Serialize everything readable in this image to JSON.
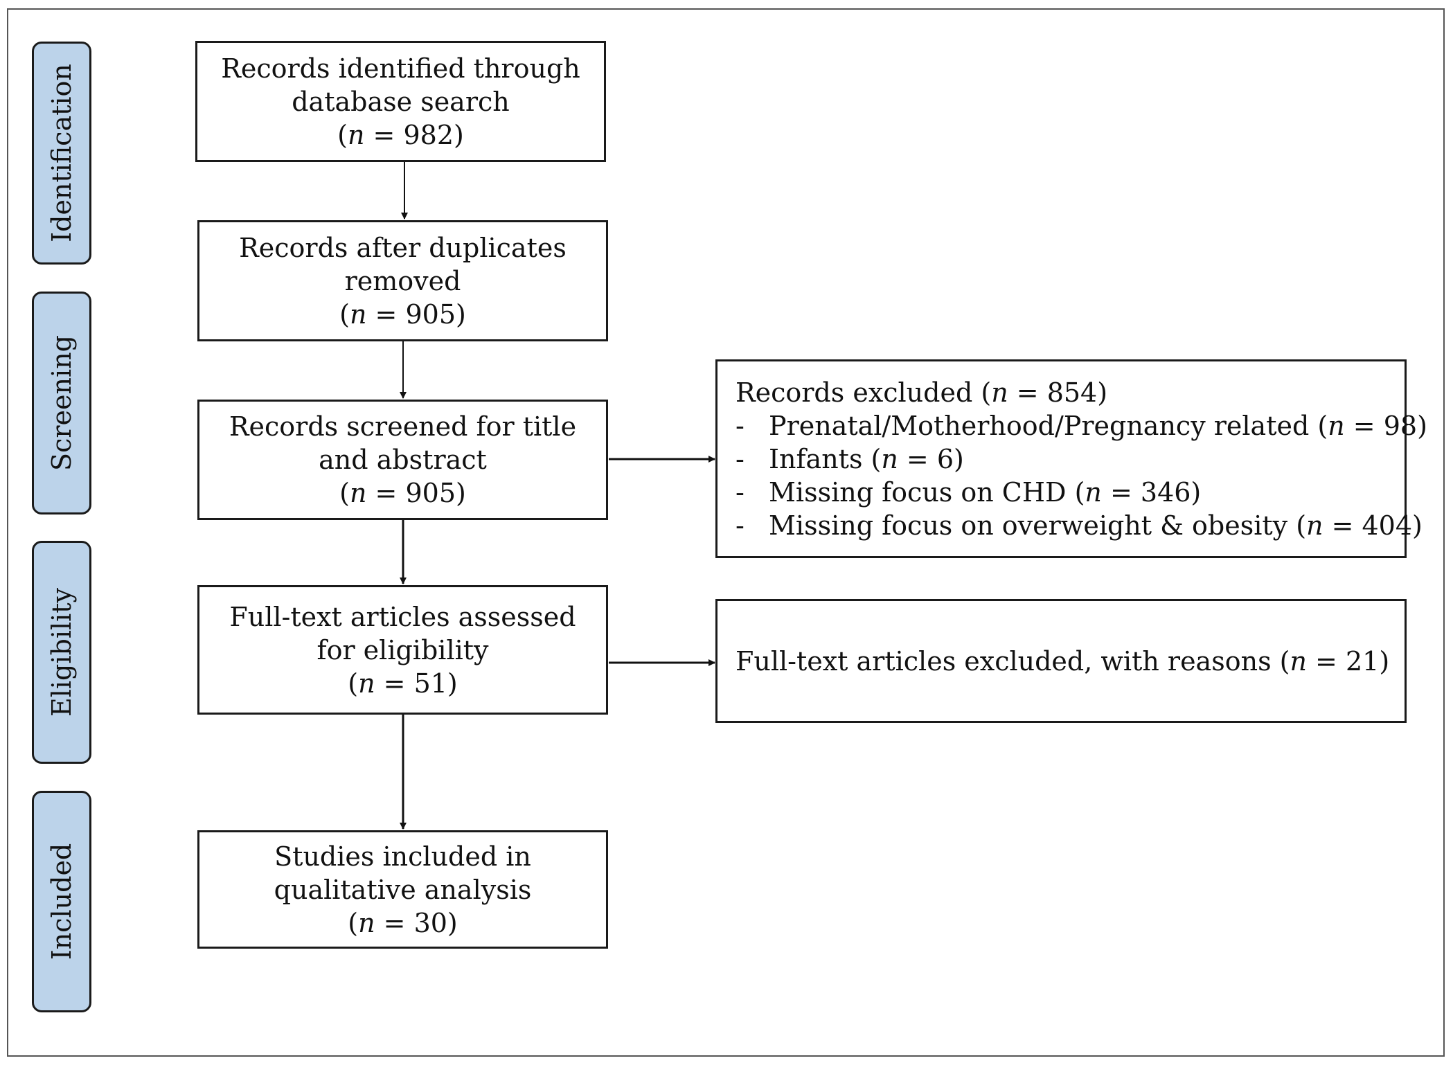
{
  "stages": [
    {
      "label": "Identification"
    },
    {
      "label": "Screening"
    },
    {
      "label": "Eligibility"
    },
    {
      "label": "Included"
    }
  ],
  "boxes": {
    "identified": {
      "text": "Records identified  through database search",
      "n_label": "n",
      "n_value": "982"
    },
    "after_duplicates": {
      "text": "Records after duplicates removed",
      "n_label": "n",
      "n_value": "905"
    },
    "screened": {
      "text": "Records screened for title and abstract",
      "n_label": "n",
      "n_value": "905"
    },
    "full_text": {
      "text": "Full-text articles assessed for eligibility",
      "n_label": "n",
      "n_value": "51"
    },
    "included": {
      "text": "Studies included in qualitative analysis",
      "n_label": "n",
      "n_value": "30"
    }
  },
  "excluded_records": {
    "title": "Records excluded",
    "n_label": "n",
    "n_value": "854",
    "items": [
      {
        "dash": "-",
        "text": "Prenatal/Motherhood/Pregnancy related",
        "n_label": "n",
        "n_value": "98"
      },
      {
        "dash": "-",
        "text": "Infants",
        "n_label": "n",
        "n_value": "6"
      },
      {
        "dash": "-",
        "text": "Missing focus on CHD",
        "n_label": "n",
        "n_value": "346"
      },
      {
        "dash": "-",
        "text": "Missing focus on overweight  & obesity",
        "n_label": "n",
        "n_value": "404"
      }
    ]
  },
  "excluded_full_text": {
    "text": "Full-text articles excluded, with reasons",
    "n_label": "n",
    "n_value": "21"
  }
}
